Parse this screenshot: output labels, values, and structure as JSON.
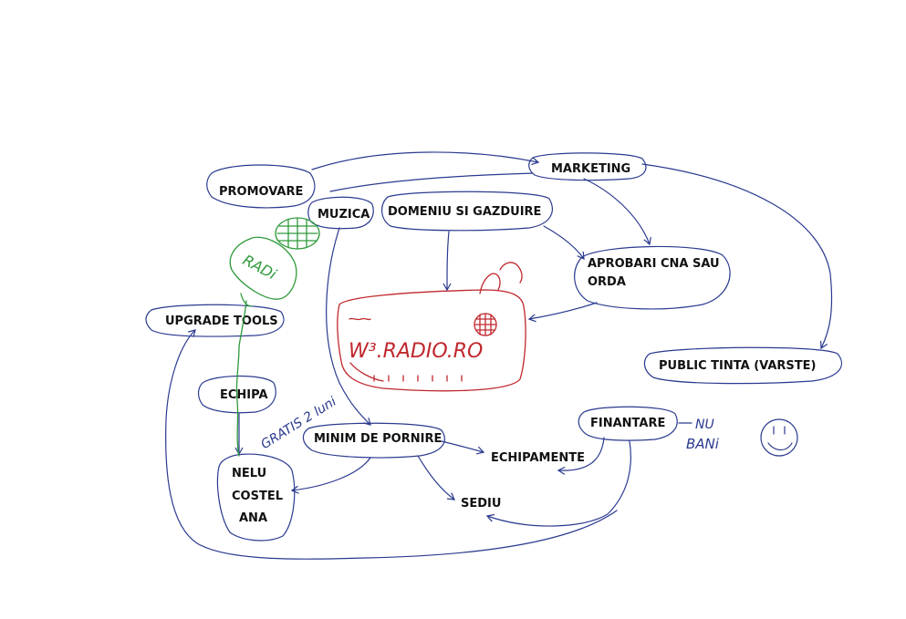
{
  "nodes": {
    "promovare": "PROMOVARE",
    "marketing": "MARKETING",
    "muzica": "MUZICA",
    "domeniu": "DOMENIU SI GAZDUIRE",
    "aprobari_line1": "APROBARI CNA SAU",
    "aprobari_line2": "ORDA",
    "upgrade_tools": "UPGRADE TOOLS",
    "public_tinta": "PUBLIC TINTA (VARSTE)",
    "echipa": "ECHIPA",
    "finantare": "FINANTARE",
    "minim_de_pornire": "MINIM DE PORNIRE",
    "echipamente": "ECHIPAMENTE",
    "sediu": "SEDIU",
    "team_member_1": "NELU",
    "team_member_2": "COSTEL",
    "team_member_3": "ANA"
  },
  "annotations": {
    "radio_logo": "W³.RADIO.RO",
    "mic_label": "RADi",
    "gratis": "GRATIS 2 luni",
    "nu_bani_1": "NU",
    "nu_bani_2": "BANi"
  },
  "colors": {
    "ink_blue": "#2b3a8f",
    "sketch_red": "#c0272d",
    "sketch_green": "#2e9a3a",
    "text": "#111111"
  },
  "icons": [
    "radio-sketch-icon",
    "microphone-sketch-icon",
    "smiley-icon"
  ]
}
